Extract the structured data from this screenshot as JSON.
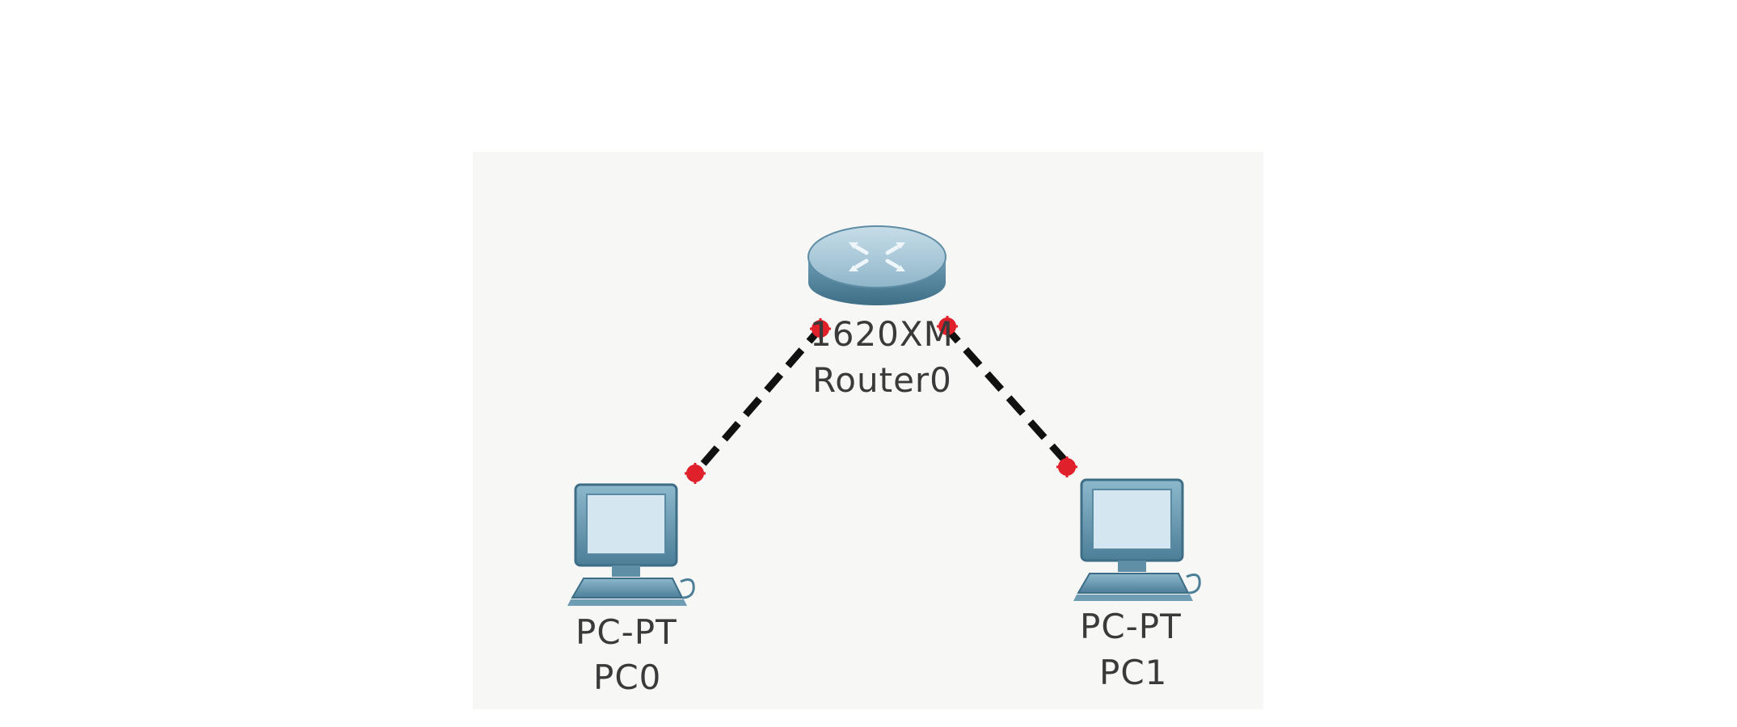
{
  "devices": {
    "router": {
      "model": "1620XM",
      "name": "Router0"
    },
    "pc0": {
      "model": "PC-PT",
      "name": "PC0"
    },
    "pc1": {
      "model": "PC-PT",
      "name": "PC1"
    }
  },
  "colors": {
    "link": "#111111",
    "port_indicator": "#e0202a",
    "device_body": "#6fa3bd",
    "device_dark": "#3f6f88",
    "screen": "#d4e6ef"
  },
  "links": [
    {
      "from": "router",
      "to": "pc0",
      "style": "dashed"
    },
    {
      "from": "router",
      "to": "pc1",
      "style": "dashed"
    }
  ]
}
